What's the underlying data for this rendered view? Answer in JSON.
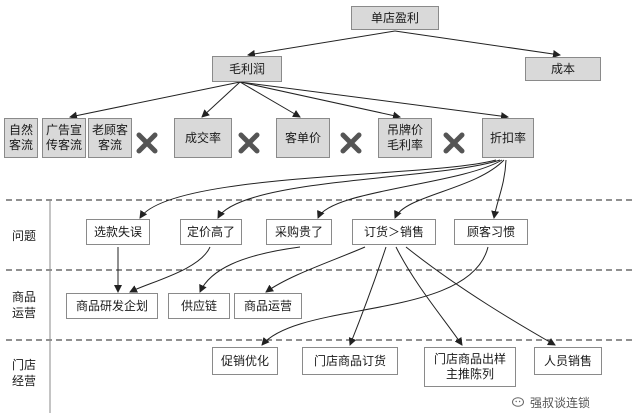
{
  "top": {
    "root": "单店盈利",
    "margin": "毛利润",
    "cost": "成本"
  },
  "factors": [
    {
      "id": "natural_traffic",
      "text": "自然\n客流"
    },
    {
      "id": "ad_traffic",
      "text": "广告宣\n传客流"
    },
    {
      "id": "repeat_traffic",
      "text": "老顾客\n客流"
    },
    {
      "id": "conversion",
      "text": "成交率"
    },
    {
      "id": "avg_price",
      "text": "客单价"
    },
    {
      "id": "tag_margin",
      "text": "吊牌价\n毛利率"
    },
    {
      "id": "discount",
      "text": "折扣率"
    }
  ],
  "rows": [
    {
      "id": "problem",
      "label": "问题"
    },
    {
      "id": "product_ops",
      "label": "商品\n运营"
    },
    {
      "id": "store_ops",
      "label": "门店\n经营"
    }
  ],
  "problems": [
    {
      "id": "selection",
      "text": "选款失误"
    },
    {
      "id": "pricing",
      "text": "定价高了"
    },
    {
      "id": "purchase",
      "text": "采购贵了"
    },
    {
      "id": "order",
      "text": "订货＞销售"
    },
    {
      "id": "habit",
      "text": "顾客习惯"
    }
  ],
  "product_ops": [
    {
      "id": "planning",
      "text": "商品研发企划"
    },
    {
      "id": "supply",
      "text": "供应链"
    },
    {
      "id": "operation",
      "text": "商品运营"
    }
  ],
  "store_ops": [
    {
      "id": "promo",
      "text": "促销优化"
    },
    {
      "id": "store_order",
      "text": "门店商品订货"
    },
    {
      "id": "display",
      "text": "门店商品出样\n主推陈列"
    },
    {
      "id": "sales_staff",
      "text": "人员销售"
    }
  ],
  "watermark": "强叔谈连锁"
}
